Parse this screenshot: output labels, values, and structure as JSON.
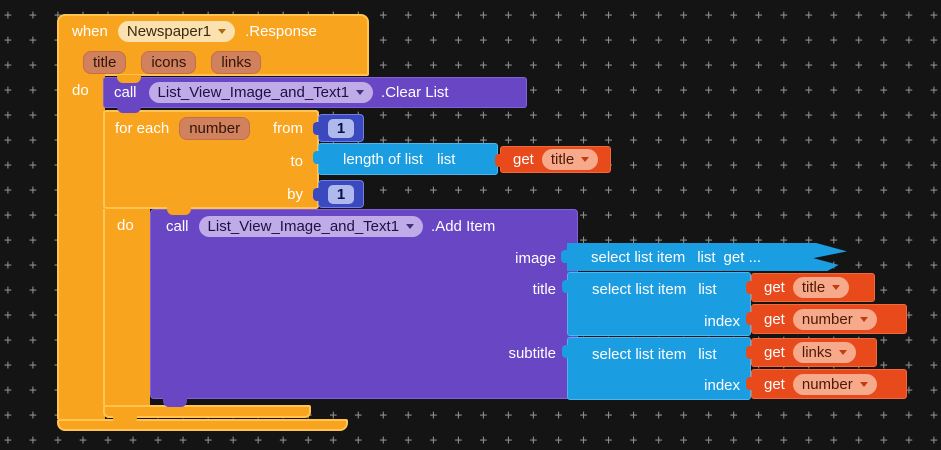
{
  "colors": {
    "workspace_bg": "#141414",
    "grid_cross": "#8c8c8c",
    "event_orange": "#F9A41F",
    "orange_border": "#FFC452",
    "method_purple": "#6946C4",
    "list_blue": "#1B9DE2",
    "math_blue": "#3A49BE",
    "variable_red": "#E84A1C"
  },
  "when_block": {
    "keyword": "when",
    "component": "Newspaper1",
    "event": ".Response",
    "params": [
      "title",
      "icons",
      "links"
    ],
    "do_label": "do"
  },
  "clear_list": {
    "keyword": "call",
    "component": "List_View_Image_and_Text1",
    "method": ".Clear List"
  },
  "for_each": {
    "label": "for each",
    "variable": "number",
    "from_label": "from",
    "from_value": "1",
    "to_label": "to",
    "by_label": "by",
    "by_value": "1",
    "do_label": "do"
  },
  "length_of_list": {
    "label": "length of list",
    "socket_label": "list"
  },
  "add_item": {
    "keyword": "call",
    "component": "List_View_Image_and_Text1",
    "method": ".Add Item",
    "image_label": "image",
    "title_label": "title",
    "subtitle_label": "subtitle"
  },
  "image_value": {
    "label": "select list item",
    "socket_label": "list",
    "collapsed_suffix": "get ..."
  },
  "title_select": {
    "label": "select list item",
    "socket_label": "list",
    "index_label": "index"
  },
  "subtitle_select": {
    "label": "select list item",
    "socket_label": "list",
    "index_label": "index"
  },
  "getters": {
    "to_title": {
      "keyword": "get",
      "variable": "title"
    },
    "title_list": {
      "keyword": "get",
      "variable": "title"
    },
    "title_index": {
      "keyword": "get",
      "variable": "number"
    },
    "subtitle_list": {
      "keyword": "get",
      "variable": "links"
    },
    "subtitle_index": {
      "keyword": "get",
      "variable": "number"
    }
  }
}
